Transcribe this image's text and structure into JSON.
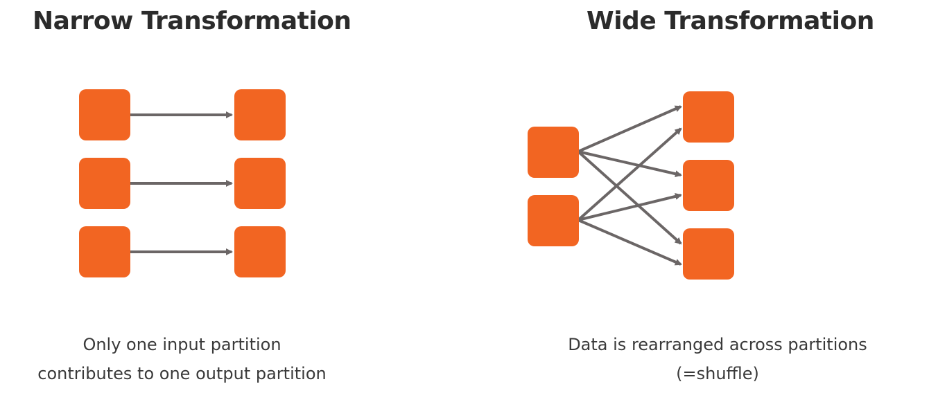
{
  "narrow": {
    "title": "Narrow Transformation",
    "caption_line1": "Only one input partition",
    "caption_line2": "contributes to one output partition"
  },
  "wide": {
    "title": "Wide Transformation",
    "caption_line1": "Data is rearranged across partitions",
    "caption_line2": "(=shuffle)"
  },
  "colors": {
    "partition": "#f26522",
    "arrow": "#6b6666",
    "title_text": "#2b2b2b",
    "caption_text": "#3a3a3a"
  }
}
